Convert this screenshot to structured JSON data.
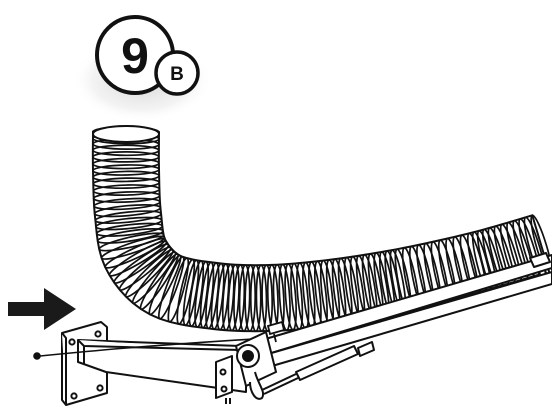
{
  "step_badge": {
    "number": "9",
    "sub_label": "B"
  },
  "colors": {
    "line": "#111111",
    "hose_fill": "#ffffff",
    "arrow": "#1a1a1a",
    "badge_shadow": "#d9d9d9"
  },
  "icons": [
    "step-number-badge",
    "direction-arrow-icon",
    "flexible-duct-hose",
    "wall-mount-bracket",
    "support-arm",
    "gas-strut",
    "pivot-knob"
  ]
}
